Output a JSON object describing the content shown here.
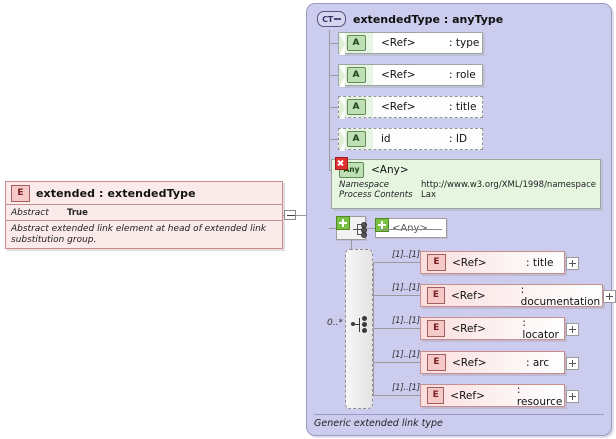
{
  "element_box": {
    "icon": "element-badge-E",
    "title": "extended : extendedType",
    "property_label": "Abstract",
    "property_value": "True",
    "documentation": "Abstract extended link element at head of extended link substitution group."
  },
  "connector": {
    "collapse_icon": "minus-icon"
  },
  "complex_type": {
    "icon_label": "CT",
    "title": "extendedType : anyType",
    "footer": "Generic extended link type",
    "attributes": [
      {
        "icon": "attribute-badge-A",
        "name": "<Ref>",
        "type": ": type",
        "required": true
      },
      {
        "icon": "attribute-badge-A",
        "name": "<Ref>",
        "type": ": role",
        "required": true
      },
      {
        "icon": "attribute-badge-A",
        "name": "<Ref>",
        "type": ": title",
        "required": false
      },
      {
        "icon": "attribute-badge-A",
        "name": "id",
        "type": ": ID",
        "required": false
      }
    ],
    "any_attribute": {
      "icon": "any-badge",
      "status_icon": "red-x-icon",
      "label": "<Any>",
      "rows": [
        {
          "key": "Namespace",
          "value": "http://www.w3.org/XML/1998/namespace"
        },
        {
          "key": "Process Contents",
          "value": "Lax"
        }
      ]
    },
    "sequence": {
      "icon": "sequence-compositor-icon",
      "expand_icon": "plus-icon"
    },
    "any_element": {
      "icon": "plus-icon",
      "label": "<Any>"
    },
    "choice": {
      "icon": "choice-compositor-icon",
      "cardinality": "0..*",
      "items": [
        {
          "icon": "element-badge-E",
          "name": "<Ref>",
          "type": ": title",
          "cardinality": "[1]..[1]",
          "expand": "plus-icon"
        },
        {
          "icon": "element-badge-E",
          "name": "<Ref>",
          "type": ": documentation",
          "cardinality": "[1]..[1]",
          "expand": "plus-icon"
        },
        {
          "icon": "element-badge-E",
          "name": "<Ref>",
          "type": ": locator",
          "cardinality": "[1]..[1]",
          "expand": "plus-icon"
        },
        {
          "icon": "element-badge-E",
          "name": "<Ref>",
          "type": ": arc",
          "cardinality": "[1]..[1]",
          "expand": "plus-icon"
        },
        {
          "icon": "element-badge-E",
          "name": "<Ref>",
          "type": ": resource",
          "cardinality": "[1]..[1]",
          "expand": "plus-icon"
        }
      ]
    }
  }
}
